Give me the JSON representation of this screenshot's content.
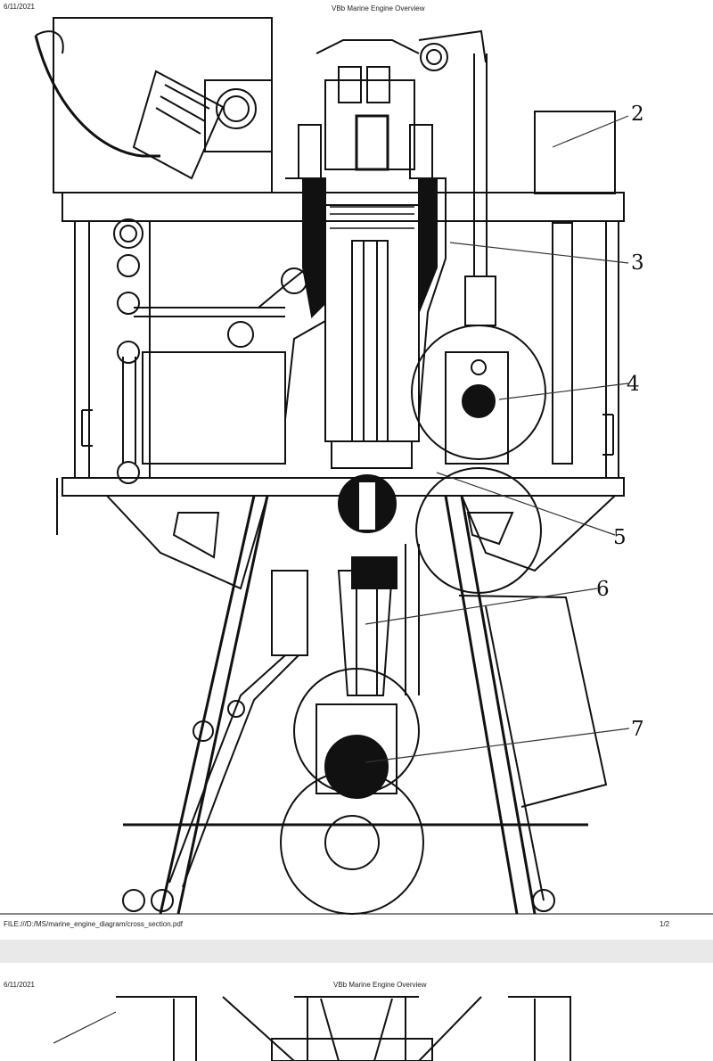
{
  "page1": {
    "header_date": "6/11/2021",
    "header_title": "VBb Marine Engine Overview",
    "footer_path": "FILE:///D:/MS/marine_engine_diagram/cross_section.pdf",
    "footer_page": "1/2",
    "callouts": [
      "2",
      "3",
      "4",
      "5",
      "6",
      "7"
    ]
  },
  "page2": {
    "header_date": "6/11/2021",
    "header_title": "VBb Marine Engine Overview"
  },
  "colors": {
    "ink": "#111111",
    "paper": "#ffffff",
    "gap": "#e9e9e9"
  }
}
